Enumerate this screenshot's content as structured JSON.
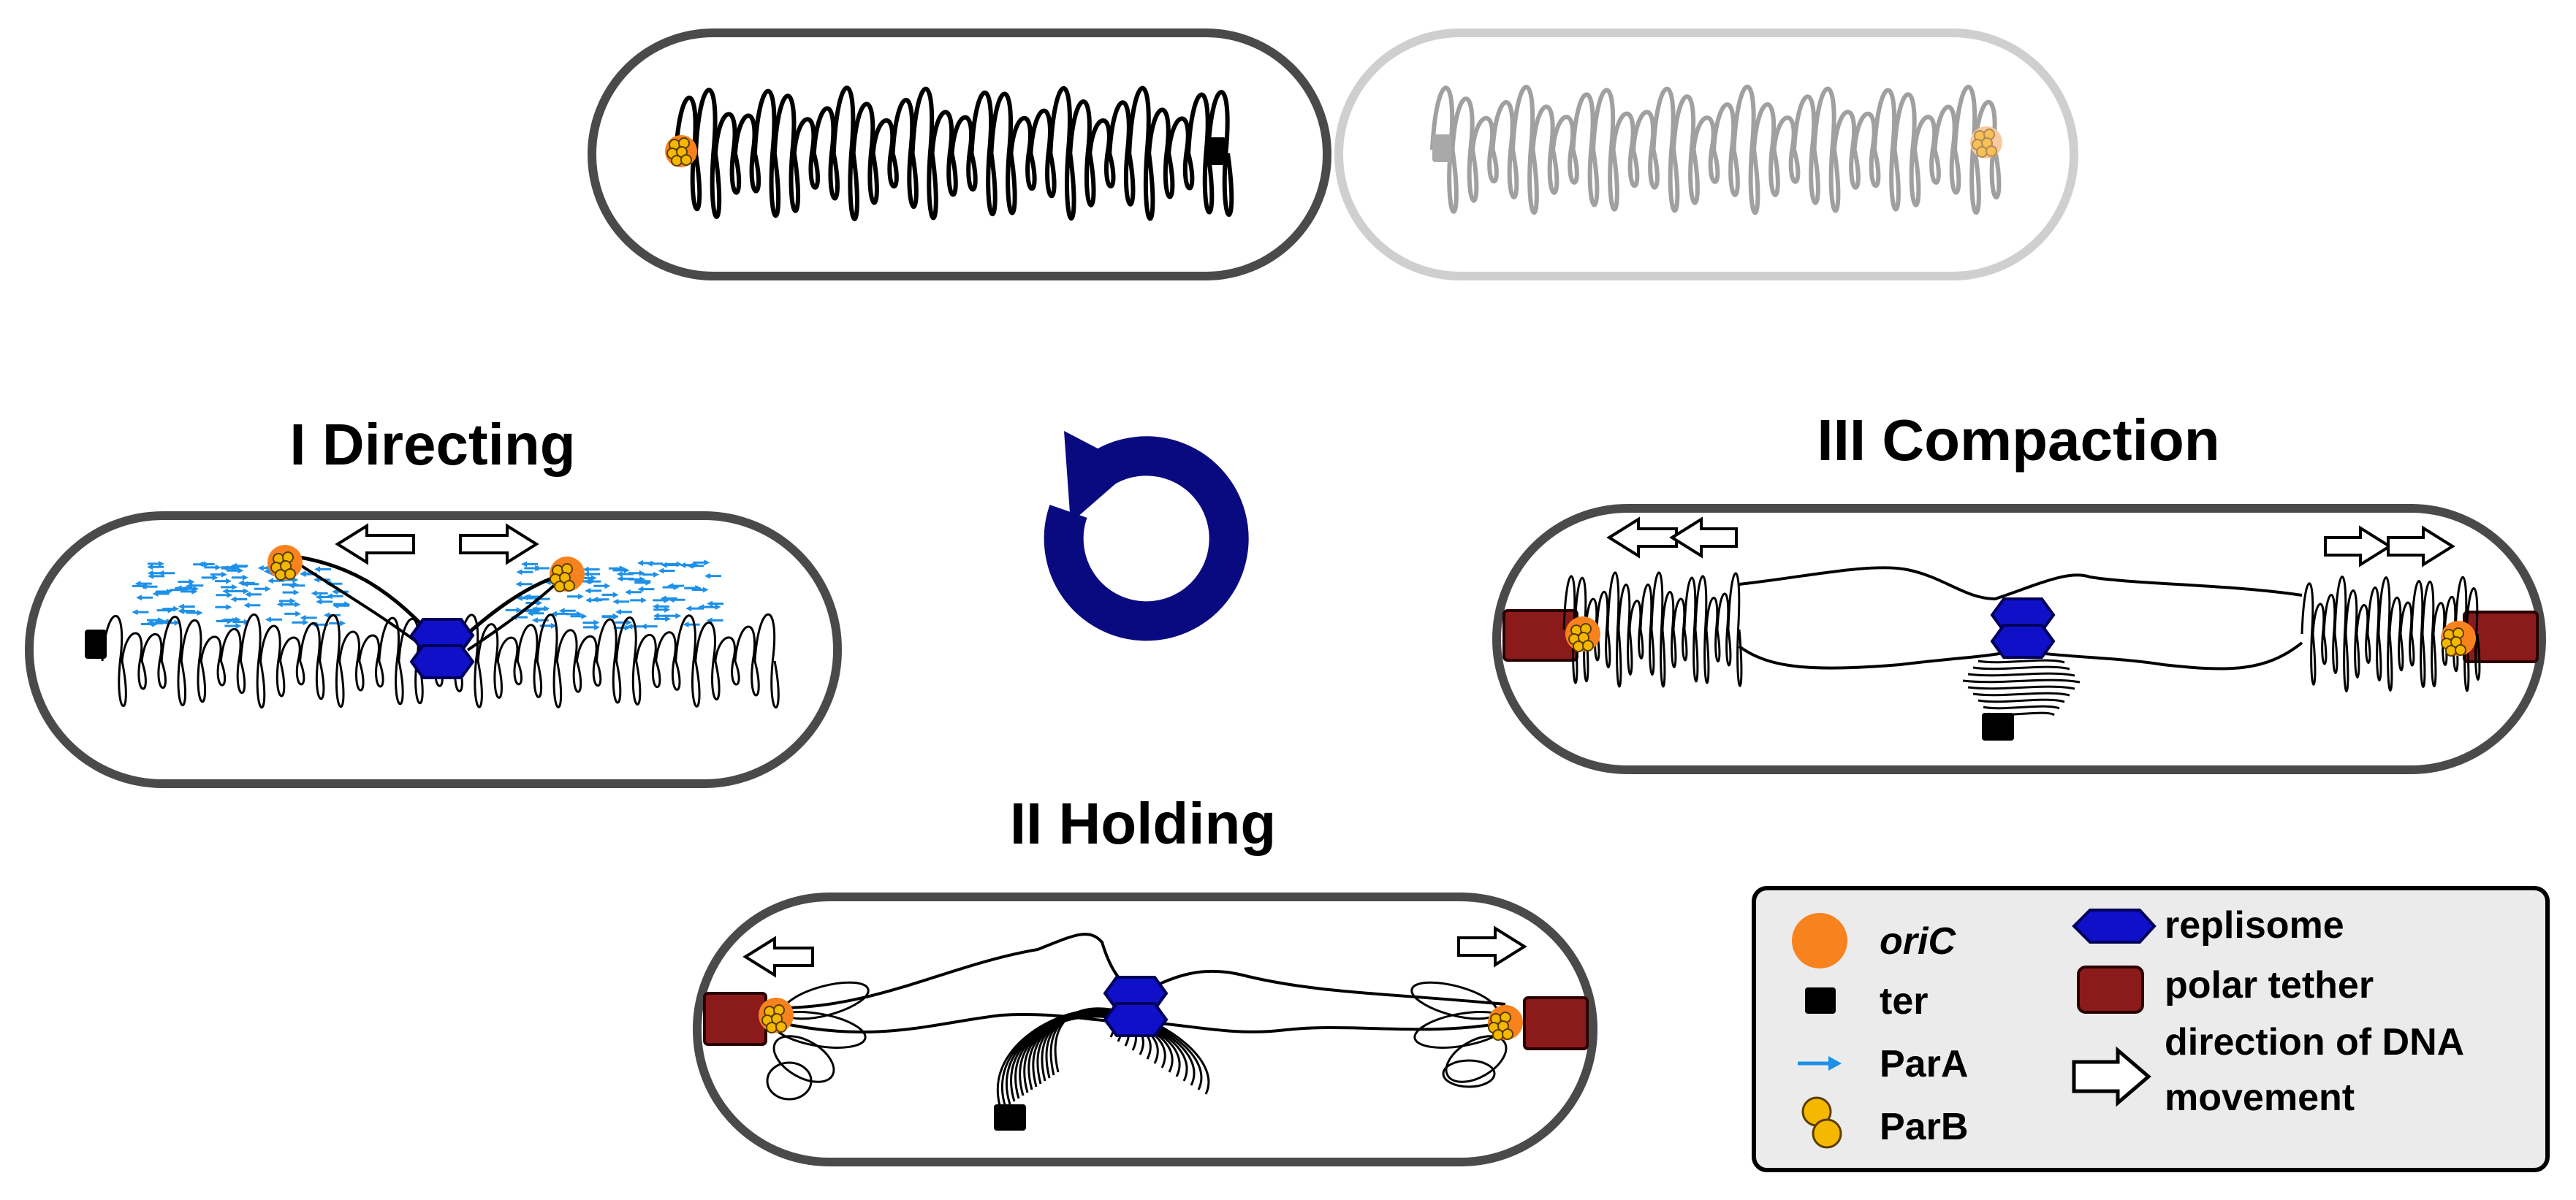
{
  "stages": {
    "directing": "I Directing",
    "holding": "II Holding",
    "compaction": "III Compaction"
  },
  "legend": {
    "oric": "oriC",
    "ter": "ter",
    "para": "ParA",
    "parb": "ParB",
    "replisome": "replisome",
    "polar_tether": "polar tether",
    "direction_line1": "direction of DNA",
    "direction_line2": "movement"
  },
  "colors": {
    "cell_outline": "#4a4a4a",
    "cell_outline_faded": "#cfcfcf",
    "oric": "#f7821e",
    "parb": "#f5b800",
    "para": "#1e90e8",
    "replisome": "#1010c8",
    "polar_tether": "#8b1a1a",
    "cycle_arrow": "#0a0a80",
    "legend_bg": "#ebebeb"
  }
}
